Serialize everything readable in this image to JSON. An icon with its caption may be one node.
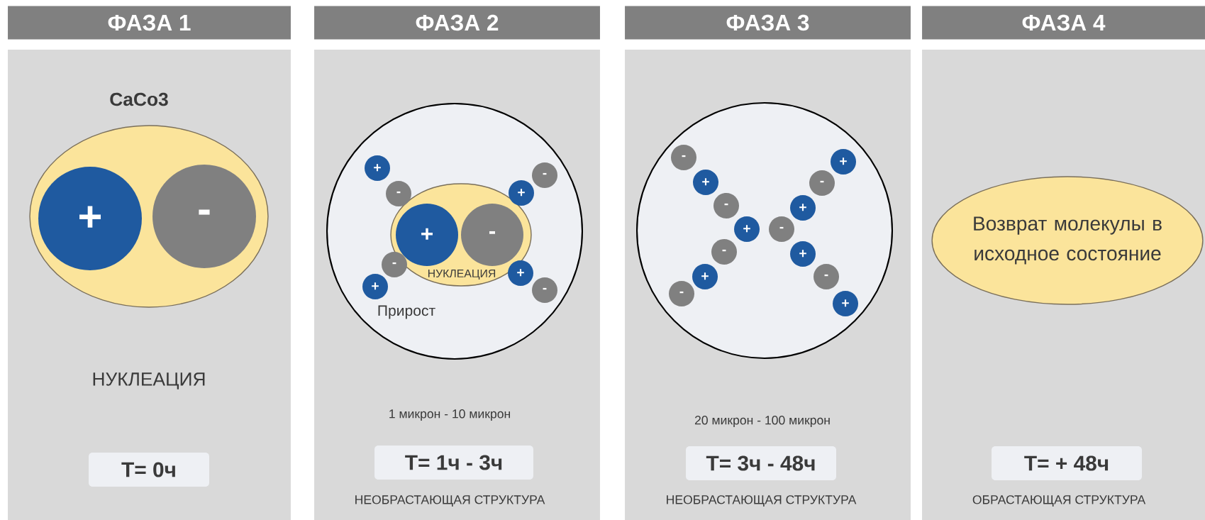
{
  "diagram": {
    "nodes": [
      {
        "text": [
          "ФАЗА 1"
        ]
      },
      {
        "text": [
          "CaCo3",
          "НУКЛЕАЦИЯ"
        ]
      },
      {
        "text": [],
        "shape": "ellipse",
        "in": 1
      },
      {
        "text": [
          "+"
        ],
        "in": 2
      },
      {
        "text": [
          "-"
        ],
        "in": 2
      },
      {
        "text": [
          "T= 0ч"
        ],
        "in": 1
      },
      {
        "text": [
          "ФАЗА 2"
        ]
      },
      {
        "text": [
          "1 микрон  - 10 микрон",
          "НЕОБРАСТАЮЩАЯ СТРУКТУРА"
        ]
      },
      {
        "text": [
          "Прирост"
        ],
        "in": 7
      },
      {
        "text": [
          "НУКЛЕАЦИЯ"
        ],
        "in": 8
      },
      {
        "text": [
          "+"
        ],
        "in": 9
      },
      {
        "text": [
          "-"
        ],
        "in": 9
      },
      {
        "text": [
          "+"
        ],
        "in": 8
      },
      {
        "text": [
          "-"
        ],
        "in": 8
      },
      {
        "text": [
          "+"
        ],
        "in": 8
      },
      {
        "text": [
          "-"
        ],
        "in": 8
      },
      {
        "text": [
          "-"
        ],
        "in": 8
      },
      {
        "text": [
          "+"
        ],
        "in": 8
      },
      {
        "text": [
          "+"
        ],
        "in": 8
      },
      {
        "text": [
          "-"
        ],
        "in": 8
      },
      {
        "text": [
          "T= 1ч - 3ч"
        ],
        "in": 7
      },
      {
        "text": [
          "ФАЗА 3"
        ]
      },
      {
        "text": [
          "20 микрон - 100 микрон",
          "НЕОБРАСТАЮЩАЯ СТРУКТУРА"
        ]
      },
      {
        "text": [],
        "shape": "circle",
        "in": 22
      },
      {
        "text": [
          "-"
        ],
        "in": 23
      },
      {
        "text": [
          "+"
        ],
        "in": 23
      },
      {
        "text": [
          "+"
        ],
        "in": 23
      },
      {
        "text": [
          "-"
        ],
        "in": 23
      },
      {
        "text": [
          "-"
        ],
        "in": 23
      },
      {
        "text": [
          "+"
        ],
        "in": 23
      },
      {
        "text": [
          "+"
        ],
        "in": 23
      },
      {
        "text": [
          "-"
        ],
        "in": 23
      },
      {
        "text": [
          "-"
        ],
        "in": 23
      },
      {
        "text": [
          "+"
        ],
        "in": 23
      },
      {
        "text": [
          "+"
        ],
        "in": 23
      },
      {
        "text": [
          "-"
        ],
        "in": 23
      },
      {
        "text": [
          "-"
        ],
        "in": 23
      },
      {
        "text": [
          "+"
        ],
        "in": 23
      },
      {
        "text": [
          "T= 3ч - 48ч"
        ],
        "in": 22
      },
      {
        "text": [
          "ФАЗА 4"
        ]
      },
      {
        "text": [
          "ОБРАСТАЮЩАЯ СТРУКТУРА"
        ]
      },
      {
        "text": [
          "Возврат молекулы в исходное состояние"
        ],
        "in": 40
      },
      {
        "text": [
          "T= + 48ч"
        ],
        "in": 40
      }
    ]
  }
}
